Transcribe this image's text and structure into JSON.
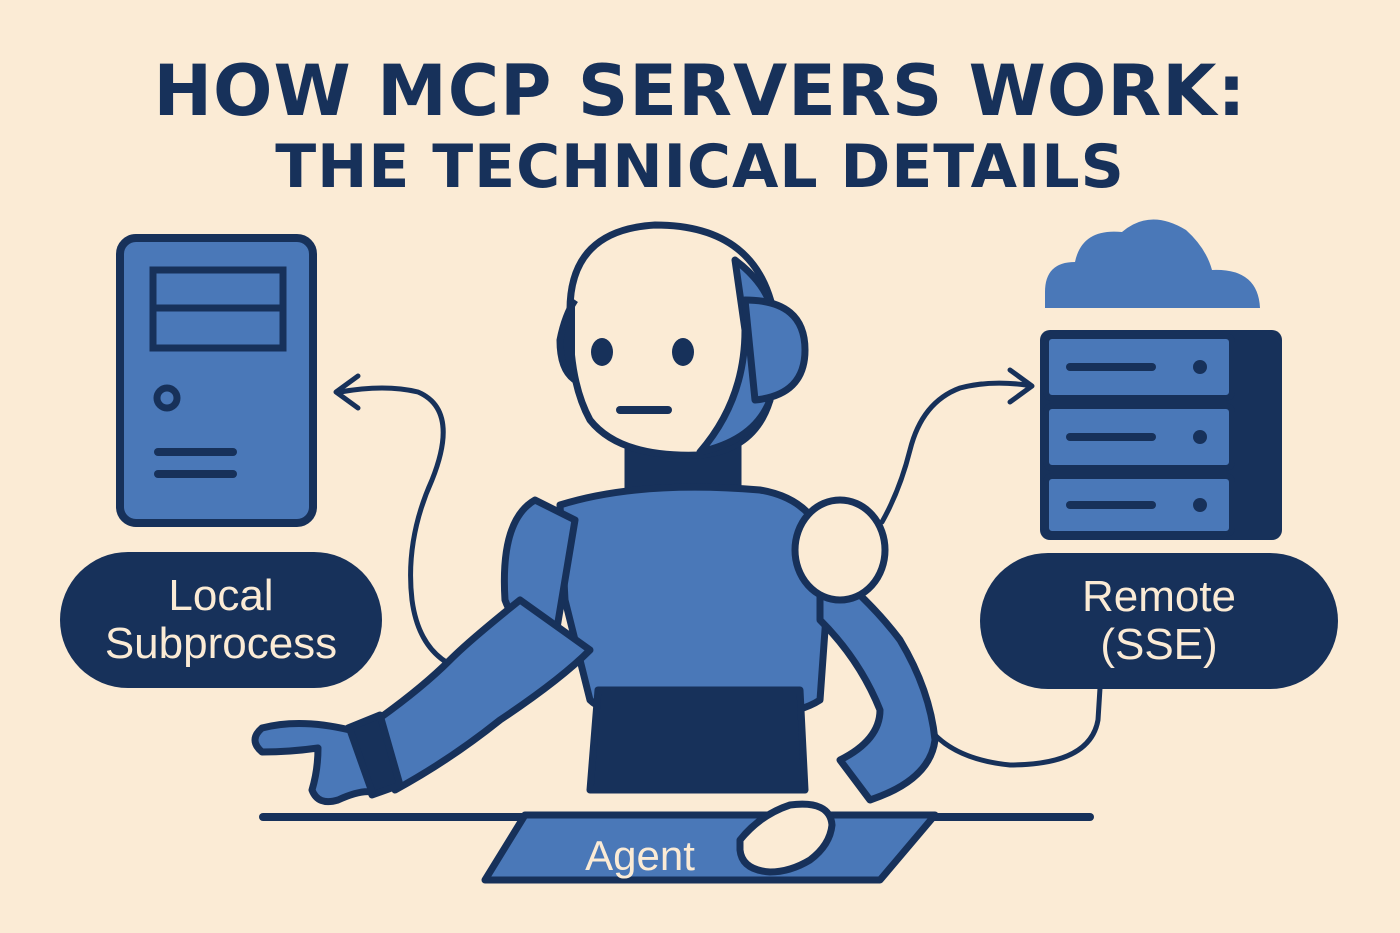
{
  "title": {
    "line1": "HOW MCP SERVERS WORK:",
    "line2": "THE TECHNICAL DETAILS"
  },
  "labels": {
    "local": "Local\nSubprocess",
    "remote": "Remote\n(SSE)",
    "agent": "Agent"
  },
  "colors": {
    "background": "#fbebd5",
    "navy": "#17315a",
    "blue": "#4a78b8",
    "cream": "#fbebd5"
  },
  "icons": [
    "desktop-tower-icon",
    "server-rack-icon",
    "cloud-icon",
    "robot-agent",
    "arrow-icon"
  ]
}
